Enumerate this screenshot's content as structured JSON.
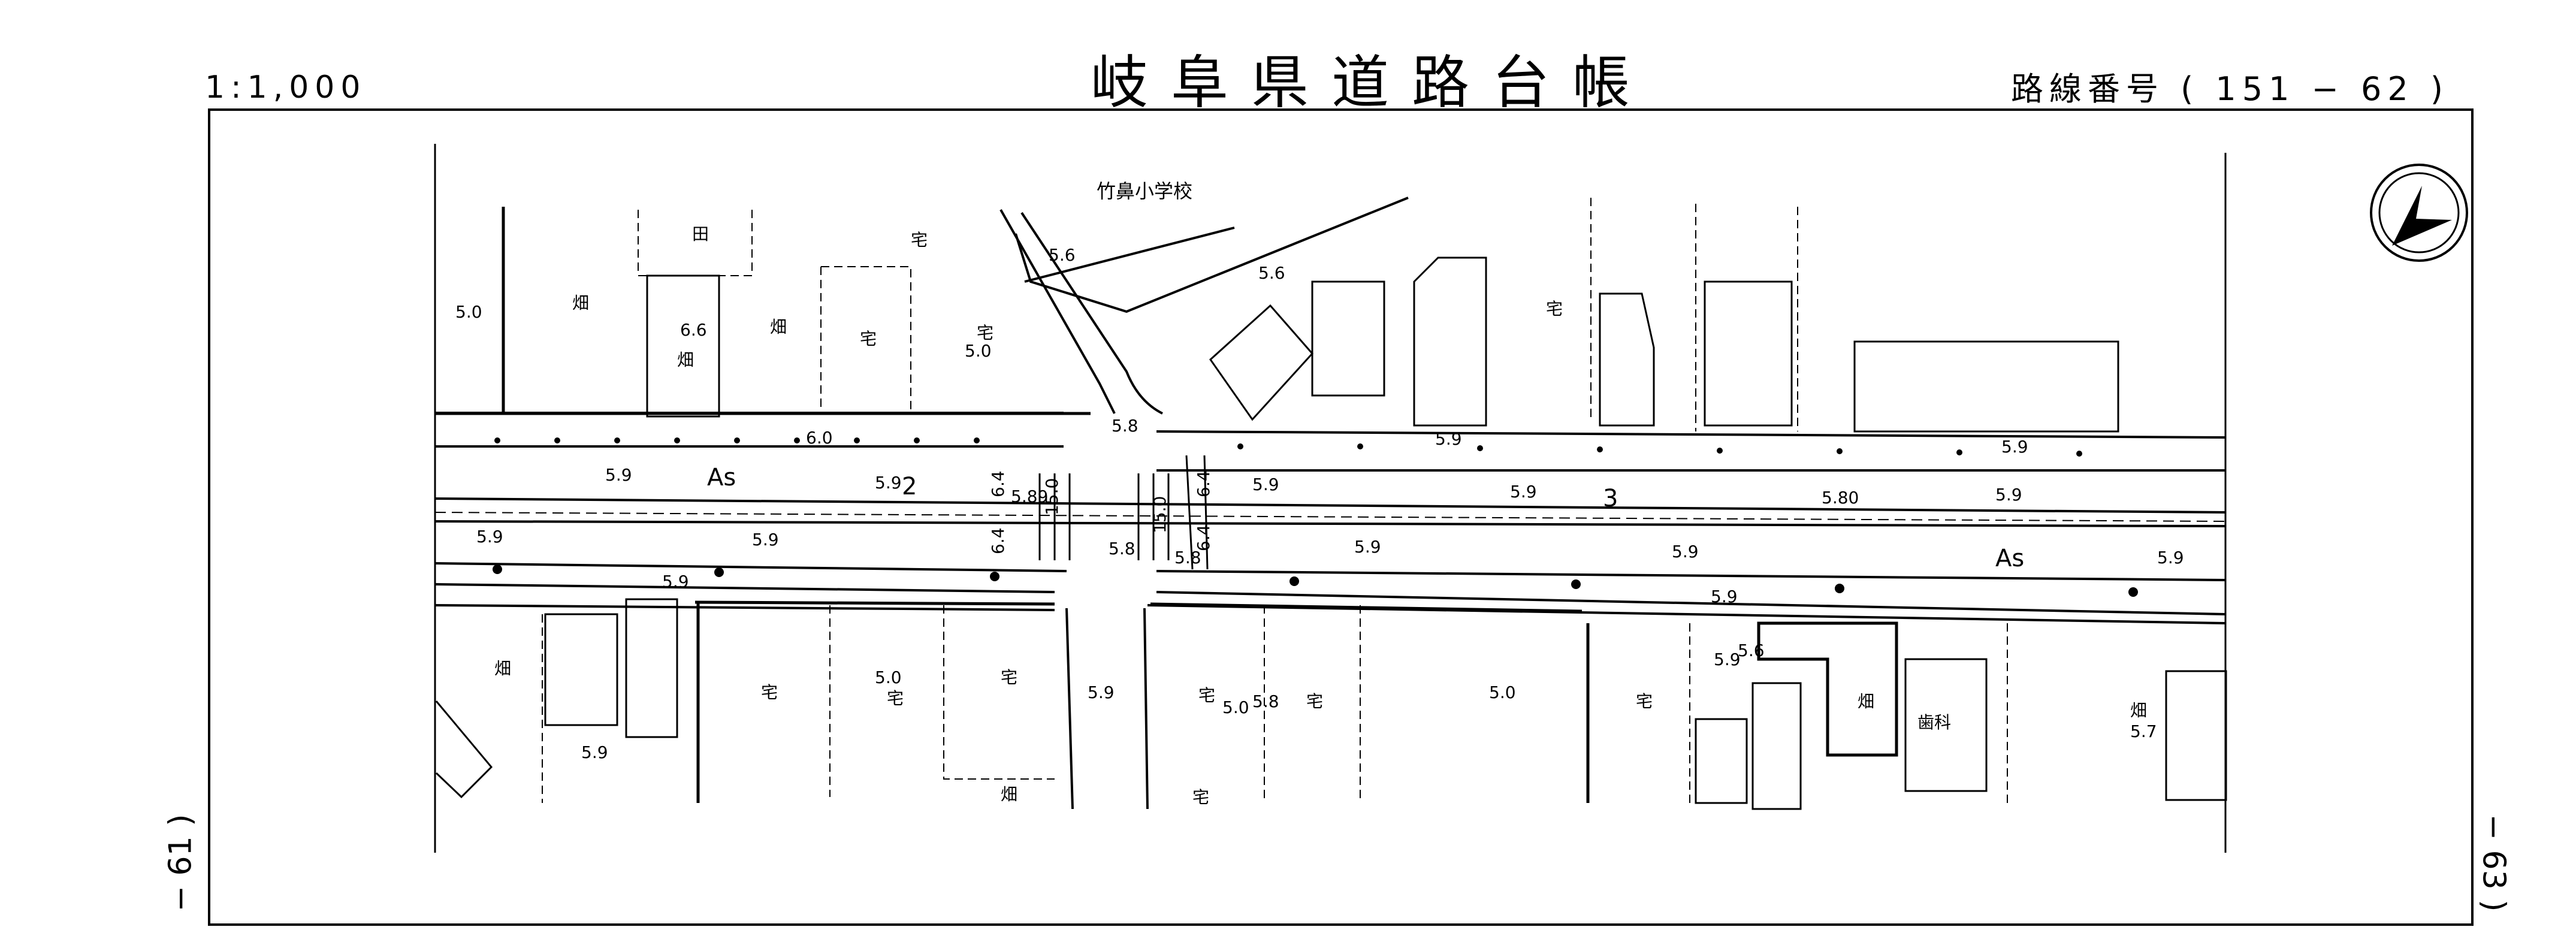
{
  "header": {
    "scale": "1:1,000",
    "title": "岐阜県道路台帳",
    "route": "路線番号 ( 151 − 62 )"
  },
  "sheets": {
    "left": "− 61 )",
    "right": "− 63 )"
  },
  "map": {
    "places": {
      "school": "竹鼻小学校",
      "dentist": "歯科"
    },
    "surface": [
      "As",
      "As"
    ],
    "sections": [
      "2",
      "3"
    ],
    "elevations": [
      "5.0",
      "6.6",
      "5.0",
      "5.6",
      "5.6",
      "6.0",
      "5.8",
      "5.9",
      "5.9",
      "5.9",
      "5.9",
      "5.9",
      "5.9",
      "5.9",
      "5.9",
      "5.9",
      "5.9",
      "5.80",
      "5.9",
      "5.9",
      "5.9",
      "5.9",
      "5.8",
      "5.8",
      "5.8",
      "5.9",
      "5.9",
      "5.0",
      "5.0",
      "5.0",
      "5.9",
      "5.7",
      "5.6",
      "5.9",
      "5.89"
    ],
    "widths": [
      "6.4",
      "15.0",
      "15.0",
      "6.4",
      "6.4",
      "6.4"
    ],
    "land_use_marks": [
      "田",
      "畑",
      "宅",
      "畑",
      "畑",
      "畑",
      "畑",
      "宅",
      "宅",
      "宅",
      "宅",
      "宅",
      "宅",
      "宅",
      "宅",
      "宅",
      "畑",
      "宅",
      "畑"
    ],
    "legend": {
      "north_arrow": "north-arrow-icon"
    }
  }
}
